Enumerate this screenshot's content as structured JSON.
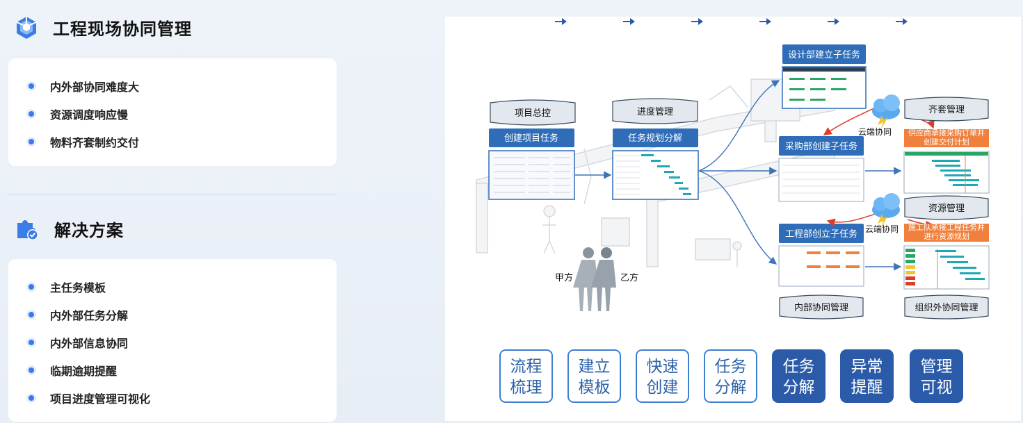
{
  "section_problems": {
    "title": "工程现场协同管理",
    "icon": "cube-network-icon",
    "items": [
      "内外部协同难度大",
      "资源调度响应慢",
      "物料齐套制约交付"
    ]
  },
  "section_solutions": {
    "title": "解决方案",
    "icon": "puzzle-check-icon",
    "items": [
      "主任务模板",
      "内外部任务分解",
      "内外部信息协同",
      "临期逾期提醒",
      "项目进度管理可视化"
    ]
  },
  "diagram": {
    "banner_project": "项目总控",
    "banner_progress": "进度管理",
    "btn_create_task": "创建项目任务",
    "btn_plan_split": "任务规划分解",
    "btn_design": "设计部建立子任务",
    "btn_purchase": "采购部创建子任务",
    "btn_engineering": "工程部创立子任务",
    "banner_kit": "齐套管理",
    "banner_resource": "资源管理",
    "cloud_label_1": "云端协同",
    "cloud_label_2": "云端协同",
    "orange_supplier": "供应商承接采购订单并创建交付计划",
    "orange_team": "施工队承接工程任务并进行资源规划",
    "party_a": "甲方",
    "party_b": "乙方",
    "banner_internal": "内部协同管理",
    "banner_external": "组织外协同管理",
    "colors": {
      "primary_blue": "#2f6db8",
      "orange": "#f0803c",
      "banner_fill": "#e3e8ee"
    }
  },
  "flow": {
    "steps": [
      {
        "label": "流程\n梳理",
        "style": "outline"
      },
      {
        "label": "建立\n模板",
        "style": "outline"
      },
      {
        "label": "快速\n创建",
        "style": "outline"
      },
      {
        "label": "任务\n分解",
        "style": "outline"
      },
      {
        "label": "任务\n分解",
        "style": "filled"
      },
      {
        "label": "异常\n提醒",
        "style": "filled"
      },
      {
        "label": "管理\n可视",
        "style": "filled"
      }
    ]
  }
}
